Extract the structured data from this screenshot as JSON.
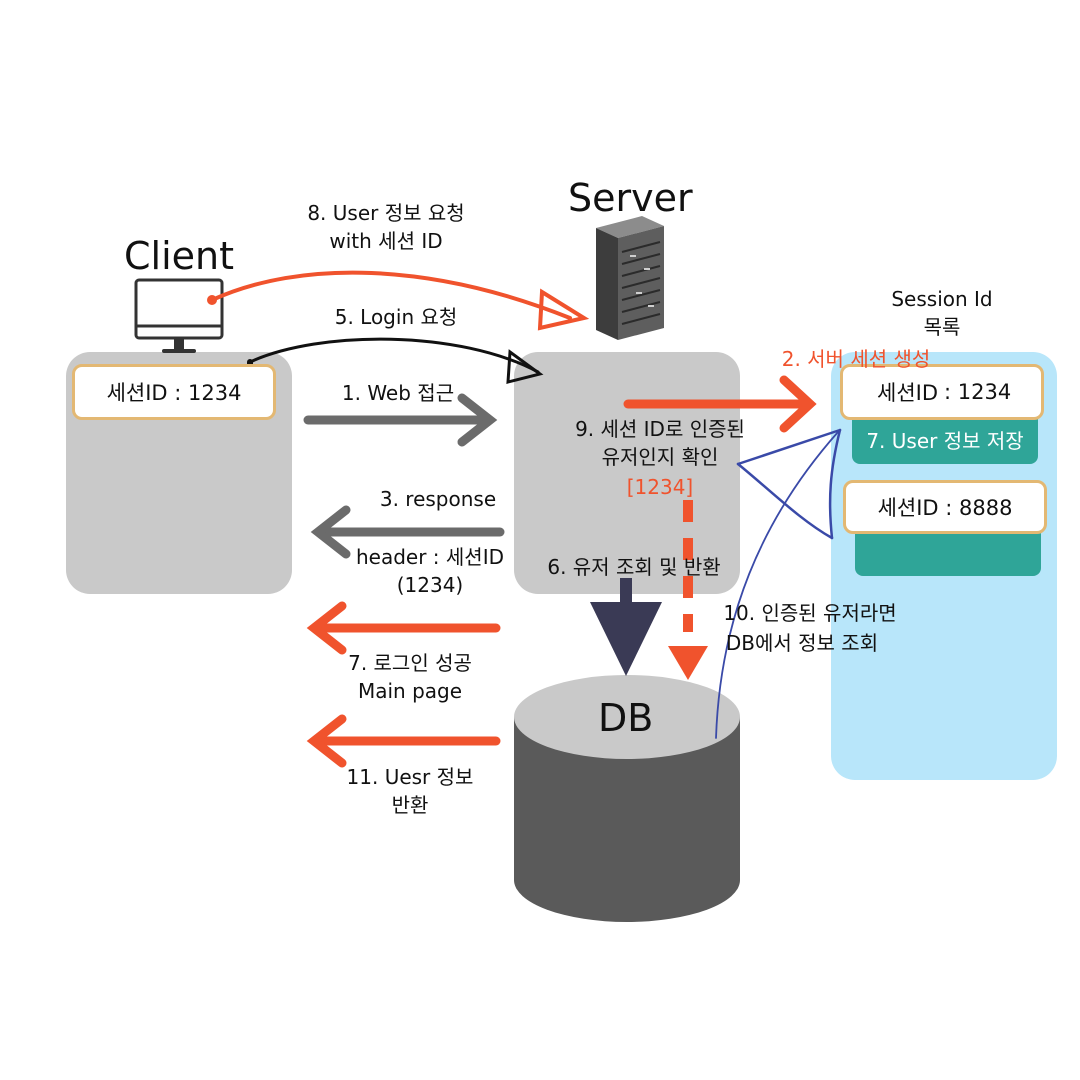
{
  "client": {
    "title": "Client",
    "session_card": "세션ID : 1234"
  },
  "server": {
    "title": "Server",
    "check_line1": "9. 세션 ID로 인증된",
    "check_line2": "유저인지 확인",
    "check_id": "[1234]"
  },
  "db": {
    "title": "DB"
  },
  "session_store": {
    "title_line1": "Session Id",
    "title_line2": "목록",
    "card1_prefix": "세션ID",
    "card1_value": ": 1234",
    "card1_note": "7. User 정보 저장",
    "card2": "세션ID : 8888"
  },
  "steps": {
    "s1": "1. Web 접근",
    "s2": "2. 서버 세션 생성",
    "s3_line1": "3. response",
    "s3_line2": "header : 세션ID",
    "s3_line3": "(1234)",
    "s5": "5. Login 요청",
    "s6": "6. 유저 조회 및 반환",
    "s7_line1": "7. 로그인 성공",
    "s7_line2": "Main page",
    "s8_line1": "8. User 정보 요청",
    "s8_line2": "with 세션  ID",
    "s10_line1": "10. 인증된 유저라면",
    "s10_line2": "DB에서 정보 조회",
    "s11_line1": "11. Uesr 정보",
    "s11_line2": "반환"
  },
  "colors": {
    "panel_gray": "#c9c9c9",
    "session_blue": "#b8e6fa",
    "accent_red": "#f0532d",
    "arrow_gray": "#6b6b6b",
    "db_dark": "#5a5a5a",
    "teal": "#2fa598",
    "hand_blue": "#3a4aa8"
  },
  "icons": [
    "monitor-icon",
    "server-rack-icon",
    "database-icon"
  ]
}
